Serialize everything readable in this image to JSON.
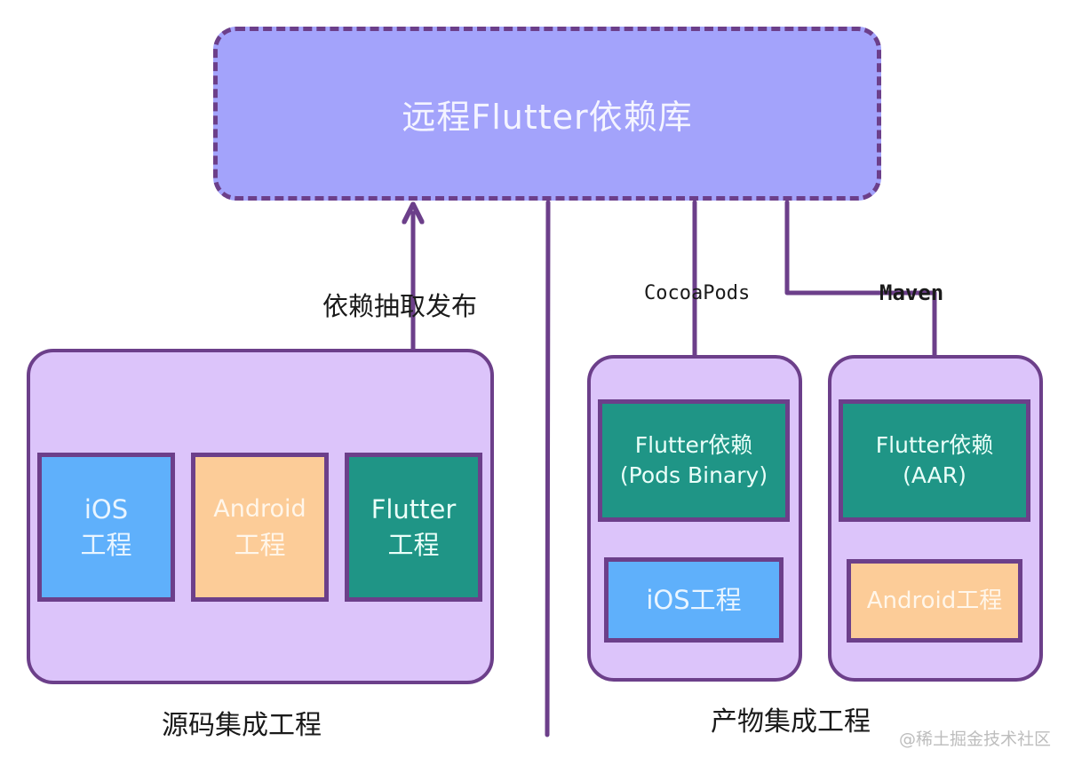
{
  "repo": {
    "title": "远程Flutter依赖库"
  },
  "edge_labels": {
    "extract_publish": "依赖抽取发布",
    "cocoapods": "CocoaPods",
    "maven": "Maven"
  },
  "source_integration": {
    "caption": "源码集成工程",
    "ios": {
      "line1": "iOS",
      "line2": "工程"
    },
    "android": {
      "line1": "Android",
      "line2": "工程"
    },
    "flutter": {
      "line1": "Flutter",
      "line2": "工程"
    }
  },
  "artifact_integration": {
    "caption": "产物集成工程",
    "ios_side": {
      "flutter_dep_line1": "Flutter依赖",
      "flutter_dep_line2": "(Pods Binary)",
      "project": "iOS工程"
    },
    "android_side": {
      "flutter_dep_line1": "Flutter依赖",
      "flutter_dep_line2": "(AAR)",
      "project": "Android工程"
    }
  },
  "watermark": "@稀土掘金技术社区",
  "colors": {
    "outline": "#6c3f8a",
    "repo_fill": "#a3a3fb",
    "group_fill": "#dcc4fa",
    "ios_fill": "#5fb0fb",
    "android_fill": "#fccc98",
    "flutter_fill": "#1f9586"
  }
}
